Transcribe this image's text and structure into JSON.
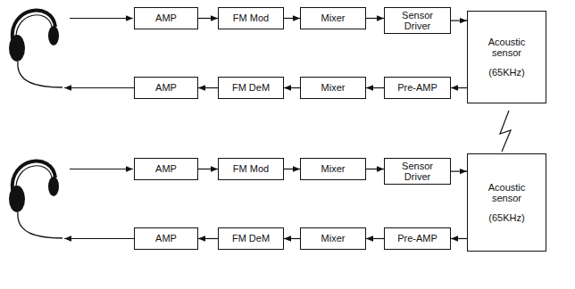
{
  "diagram": {
    "nodes": [
      {
        "text": [
          "AMP"
        ]
      },
      {
        "text": [
          "FM Mod"
        ]
      },
      {
        "text": [
          "Mixer"
        ]
      },
      {
        "text": [
          "Sensor Driver"
        ]
      },
      {
        "text": [
          "Acoustic sensor",
          "(65KHz)"
        ]
      },
      {
        "text": [
          "AMP"
        ]
      },
      {
        "text": [
          "FM DeM"
        ]
      },
      {
        "text": [
          "Mixer"
        ]
      },
      {
        "text": [
          "Pre-AMP"
        ]
      },
      {
        "text": [
          "AMP"
        ]
      },
      {
        "text": [
          "FM Mod"
        ]
      },
      {
        "text": [
          "Mixer"
        ]
      },
      {
        "text": [
          "Sensor Driver"
        ]
      },
      {
        "text": [
          "Acoustic sensor",
          "(65KHz)"
        ]
      },
      {
        "text": [
          "AMP"
        ]
      },
      {
        "text": [
          "FM DeM"
        ]
      },
      {
        "text": [
          "Mixer"
        ]
      },
      {
        "text": [
          "Pre-AMP"
        ]
      }
    ],
    "edges": [
      {
        "from": 0,
        "to": 1,
        "arrow": "to"
      },
      {
        "from": 1,
        "to": 2,
        "arrow": "to"
      },
      {
        "from": 2,
        "to": 3,
        "arrow": "to"
      },
      {
        "from": 3,
        "to": 4,
        "arrow": "to"
      },
      {
        "from": 4,
        "to": 8,
        "arrow": "to"
      },
      {
        "from": 8,
        "to": 7,
        "arrow": "to"
      },
      {
        "from": 7,
        "to": 6,
        "arrow": "to"
      },
      {
        "from": 6,
        "to": 5,
        "arrow": "to"
      },
      {
        "from": 9,
        "to": 10,
        "arrow": "to"
      },
      {
        "from": 10,
        "to": 11,
        "arrow": "to"
      },
      {
        "from": 11,
        "to": 12,
        "arrow": "to"
      },
      {
        "from": 12,
        "to": 13,
        "arrow": "to"
      },
      {
        "from": 13,
        "to": 17,
        "arrow": "to"
      },
      {
        "from": 17,
        "to": 16,
        "arrow": "to"
      },
      {
        "from": 16,
        "to": 15,
        "arrow": "to"
      },
      {
        "from": 15,
        "to": 14,
        "arrow": "to"
      }
    ]
  }
}
